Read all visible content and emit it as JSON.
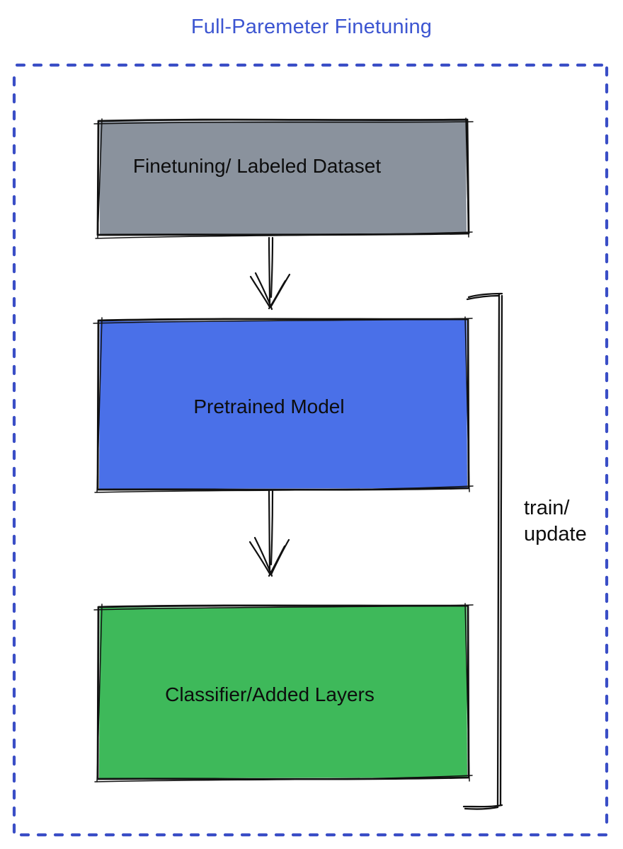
{
  "title": "Full-Paremeter Finetuning",
  "nodes": {
    "dataset": {
      "label": "Finetuning/ Labeled Dataset",
      "fill": "#8a929d"
    },
    "pretrained": {
      "label": "Pretrained Model",
      "fill": "#4a70e8"
    },
    "classifier": {
      "label": "Classifier/Added Layers",
      "fill": "#3eb95a"
    }
  },
  "edges": {
    "dataset_to_pretrained": {
      "type": "arrow-down"
    },
    "pretrained_to_classifier": {
      "type": "arrow-down"
    },
    "train_update_loop": {
      "type": "bracket",
      "label_line1": "train/",
      "label_line2": "update"
    }
  },
  "colors": {
    "title_text": "#3c55d1",
    "dotted_border": "#3a4ec6",
    "sketch_ink": "#111111",
    "label_text": "#0d0d0d"
  }
}
